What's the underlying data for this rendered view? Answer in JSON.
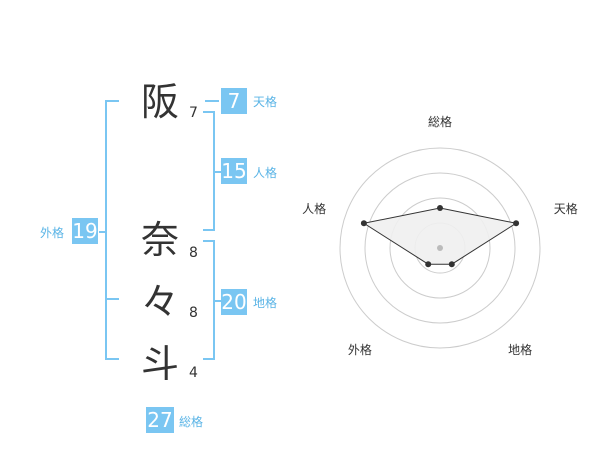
{
  "name": {
    "characters": [
      {
        "char": "阪",
        "strokes": "7"
      },
      {
        "char": "奈",
        "strokes": "8"
      },
      {
        "char": "々",
        "strokes": "8"
      },
      {
        "char": "斗",
        "strokes": "4"
      }
    ]
  },
  "kakusu": {
    "tenkaku": {
      "value": "7",
      "label": "天格"
    },
    "jinkaku": {
      "value": "15",
      "label": "人格"
    },
    "chikaku": {
      "value": "20",
      "label": "地格"
    },
    "gaikaku": {
      "value": "19",
      "label": "外格"
    },
    "soukaku": {
      "value": "27",
      "label": "総格"
    }
  },
  "radar": {
    "axes": [
      {
        "label": "総格",
        "value": 0.4
      },
      {
        "label": "天格",
        "value": 0.8
      },
      {
        "label": "地格",
        "value": 0.2
      },
      {
        "label": "外格",
        "value": 0.2
      },
      {
        "label": "人格",
        "value": 0.8
      }
    ],
    "rings": 4,
    "colors": {
      "ring": "#cccccc",
      "fill": "#f0f0f0",
      "line": "#333333",
      "point": "#333333",
      "center": "#bbbbbb"
    }
  },
  "colors": {
    "accent": "#7ac6f2",
    "accent_text": "#5ab4e6",
    "text": "#333333"
  }
}
